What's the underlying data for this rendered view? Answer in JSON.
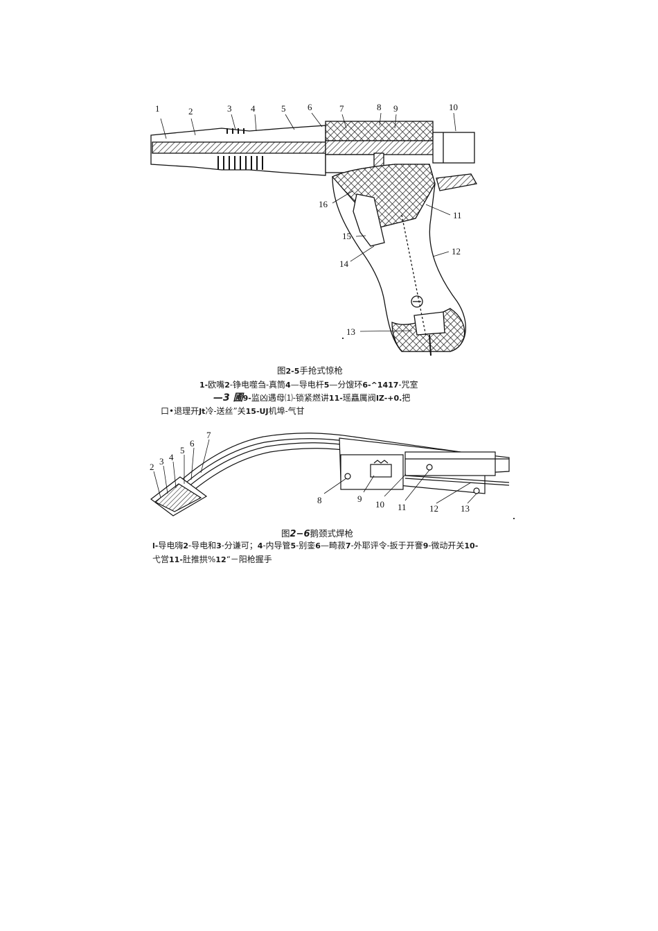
{
  "figure1": {
    "callouts": [
      "1",
      "2",
      "3",
      "4",
      "5",
      "6",
      "7",
      "8",
      "9",
      "10",
      "11",
      "12",
      "13",
      "14",
      "15",
      "16"
    ],
    "title_prefix": "图",
    "title_num": "2-5",
    "title_text": "手抢式惊枪",
    "legend_line1": [
      {
        "t": "1-",
        "b": true
      },
      {
        "t": "欧嘴",
        "b": false
      },
      {
        "t": "2",
        "b": true
      },
      {
        "t": "-铮电噬刍-真筒",
        "b": false
      },
      {
        "t": "4",
        "b": true
      },
      {
        "t": "—导电杆",
        "b": false
      },
      {
        "t": "5",
        "b": true
      },
      {
        "t": "—分馊环",
        "b": false
      },
      {
        "t": "6-^1417",
        "b": true
      },
      {
        "t": "-咒室",
        "b": false
      }
    ],
    "legend_line2": [
      {
        "t": "—3 圃",
        "bi": true
      },
      {
        "t": "9-",
        "b": true
      },
      {
        "t": "监凶遇母⑴-锁紧燃讲",
        "b": false
      },
      {
        "t": "11-",
        "b": true
      },
      {
        "t": "瑶矗厲阀",
        "b": false
      },
      {
        "t": "IZ-+0.",
        "b": true
      },
      {
        "t": "把",
        "b": false
      }
    ],
    "legend_line3": [
      {
        "t": "口•退理开",
        "b": false
      },
      {
        "t": "Jt",
        "b": true
      },
      {
        "t": "冷-送丝”关",
        "b": false
      },
      {
        "t": "15-UJ",
        "b": true
      },
      {
        "t": "机埠-气甘",
        "b": false
      }
    ]
  },
  "figure2": {
    "callouts": [
      "2",
      "3",
      "4",
      "5",
      "6",
      "7",
      "8",
      "9",
      "10",
      "11",
      "12",
      "13"
    ],
    "title_prefix": "图",
    "title_num": "2−6",
    "title_text": "鹅颈式焊枪",
    "legend_line1": [
      {
        "t": "l-",
        "b": true
      },
      {
        "t": "导电嗨",
        "b": false
      },
      {
        "t": "2",
        "b": true
      },
      {
        "t": "-导电和",
        "b": false
      },
      {
        "t": "3",
        "b": true
      },
      {
        "t": "-分谦可；",
        "b": false
      },
      {
        "t": "4",
        "b": true
      },
      {
        "t": "-内导管",
        "b": false
      },
      {
        "t": "5",
        "b": true
      },
      {
        "t": "-别銮",
        "b": false
      },
      {
        "t": "6",
        "b": true
      },
      {
        "t": "—畸菽",
        "b": false
      },
      {
        "t": "7",
        "b": true
      },
      {
        "t": "-外耶评令-扳于开謇",
        "b": false
      },
      {
        "t": "9",
        "b": true
      },
      {
        "t": "-微动开关",
        "b": false
      },
      {
        "t": "10-",
        "b": true
      }
    ],
    "legend_line2": [
      {
        "t": "弋営",
        "b": false
      },
      {
        "t": "11-",
        "b": true
      },
      {
        "t": "肚推拱%",
        "b": false
      },
      {
        "t": "12",
        "b": true
      },
      {
        "t": "“－阳枪握手",
        "b": false
      }
    ]
  }
}
